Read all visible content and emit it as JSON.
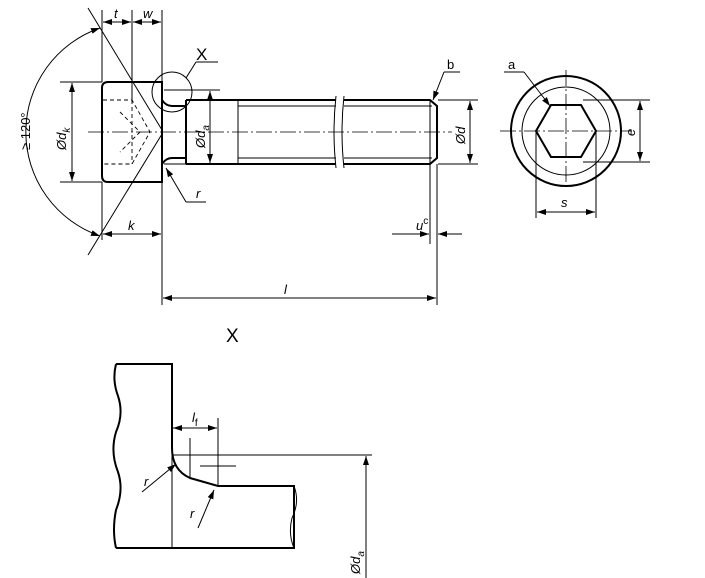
{
  "labels": {
    "t": "t",
    "w": "w",
    "X_marker": "X",
    "angle": "≥ 120°",
    "dk_prefix": "Ød",
    "dk_sub": "k",
    "da_prefix": "Ød",
    "da_sub": "a",
    "d": "Ød",
    "r": "r",
    "k": "k",
    "b": "b",
    "u": "u",
    "u_sup": "c",
    "l": "l",
    "a": "a",
    "e": "e",
    "s": "s",
    "detail_title": "X",
    "lf": "l",
    "lf_sub": "f",
    "r1": "r",
    "r2": "r",
    "da2_prefix": "Ød",
    "da2_sub": "a"
  }
}
